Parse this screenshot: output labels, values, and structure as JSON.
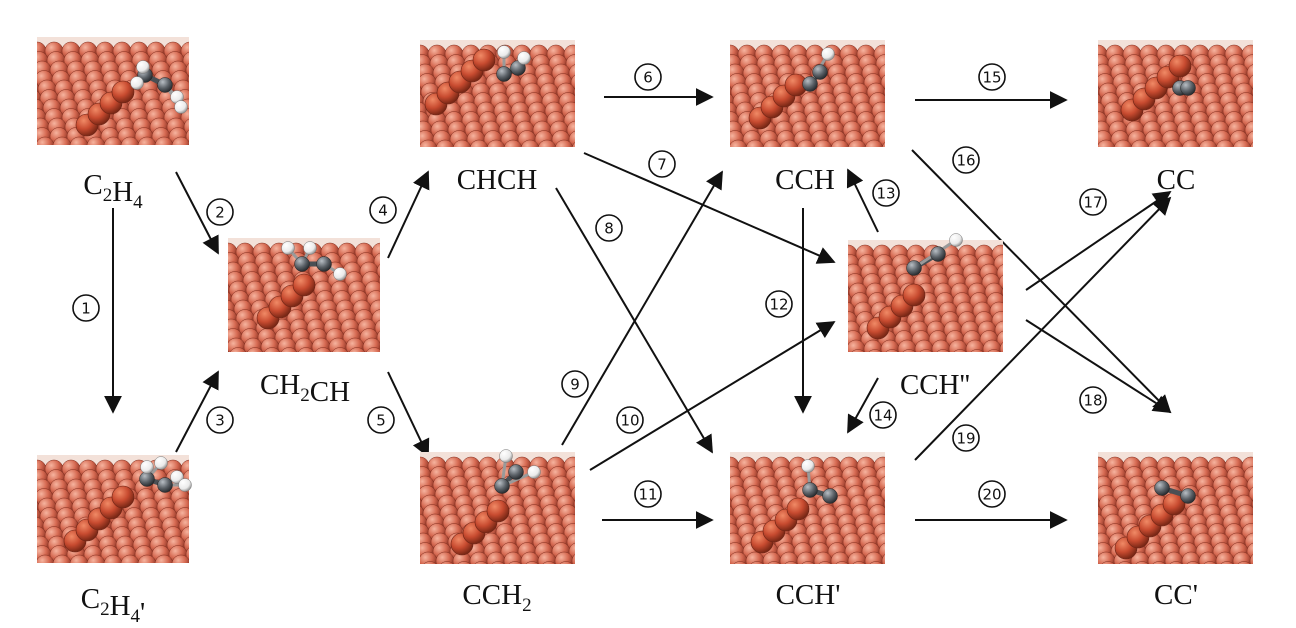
{
  "colors": {
    "surface_atom": "#d66a52",
    "surface_atom_dark": "#9a3a28",
    "surface_highlight": "#f2a08a",
    "adsorbate_atom": "#c84b30",
    "carbon": "#5a6066",
    "hydrogen": "#f4f4f4",
    "arrow": "#111111"
  },
  "species": [
    {
      "id": "c2h4",
      "label": {
        "base": "C",
        "sub1": "2",
        "mid": "H",
        "sub2": "4",
        "suffix": ""
      },
      "carbons": 2,
      "hydrogens": 4
    },
    {
      "id": "c2h4p",
      "label": {
        "base": "C",
        "sub1": "2",
        "mid": "H",
        "sub2": "4",
        "suffix": "'"
      },
      "carbons": 2,
      "hydrogens": 4
    },
    {
      "id": "ch2ch",
      "label": {
        "base": "CH",
        "sub1": "2",
        "mid": "CH",
        "sub2": "",
        "suffix": ""
      },
      "carbons": 2,
      "hydrogens": 3
    },
    {
      "id": "chch",
      "label": {
        "base": "CHCH",
        "sub1": "",
        "mid": "",
        "sub2": "",
        "suffix": ""
      },
      "carbons": 2,
      "hydrogens": 2
    },
    {
      "id": "cch2",
      "label": {
        "base": "CCH",
        "sub1": "2",
        "mid": "",
        "sub2": "",
        "suffix": ""
      },
      "carbons": 2,
      "hydrogens": 2
    },
    {
      "id": "cch",
      "label": {
        "base": "CCH",
        "sub1": "",
        "mid": "",
        "sub2": "",
        "suffix": ""
      },
      "carbons": 2,
      "hydrogens": 1
    },
    {
      "id": "cchpp",
      "label": {
        "base": "CCH''",
        "sub1": "",
        "mid": "",
        "sub2": "",
        "suffix": ""
      },
      "carbons": 2,
      "hydrogens": 1
    },
    {
      "id": "cchp",
      "label": {
        "base": "CCH'",
        "sub1": "",
        "mid": "",
        "sub2": "",
        "suffix": ""
      },
      "carbons": 2,
      "hydrogens": 1
    },
    {
      "id": "cc",
      "label": {
        "base": "CC",
        "sub1": "",
        "mid": "",
        "sub2": "",
        "suffix": ""
      },
      "carbons": 2,
      "hydrogens": 0
    },
    {
      "id": "ccp",
      "label": {
        "base": "CC'",
        "sub1": "",
        "mid": "",
        "sub2": "",
        "suffix": ""
      },
      "carbons": 2,
      "hydrogens": 0
    }
  ],
  "steps": [
    {
      "id": 1,
      "symbol": "①",
      "from": "c2h4",
      "to": "c2h4p"
    },
    {
      "id": 2,
      "symbol": "②",
      "from": "c2h4",
      "to": "ch2ch"
    },
    {
      "id": 3,
      "symbol": "③",
      "from": "c2h4p",
      "to": "ch2ch"
    },
    {
      "id": 4,
      "symbol": "④",
      "from": "ch2ch",
      "to": "chch"
    },
    {
      "id": 5,
      "symbol": "⑤",
      "from": "ch2ch",
      "to": "cch2"
    },
    {
      "id": 6,
      "symbol": "⑥",
      "from": "chch",
      "to": "cch"
    },
    {
      "id": 7,
      "symbol": "⑦",
      "from": "chch",
      "to": "cchpp"
    },
    {
      "id": 8,
      "symbol": "⑧",
      "from": "chch",
      "to": "cchp"
    },
    {
      "id": 9,
      "symbol": "⑨",
      "from": "cch2",
      "to": "cch"
    },
    {
      "id": 10,
      "symbol": "⑩",
      "from": "cch2",
      "to": "cchpp"
    },
    {
      "id": 11,
      "symbol": "⑪",
      "from": "cch2",
      "to": "cchp"
    },
    {
      "id": 12,
      "symbol": "⑫",
      "from": "cch",
      "to": "cchp"
    },
    {
      "id": 13,
      "symbol": "⑬",
      "from": "cchpp",
      "to": "cch"
    },
    {
      "id": 14,
      "symbol": "⑭",
      "from": "cchpp",
      "to": "cchp"
    },
    {
      "id": 15,
      "symbol": "⑮",
      "from": "cch",
      "to": "cc"
    },
    {
      "id": 16,
      "symbol": "⑯",
      "from": "cch",
      "to": "ccp"
    },
    {
      "id": 17,
      "symbol": "⑰",
      "from": "cchpp",
      "to": "cc"
    },
    {
      "id": 18,
      "symbol": "⑱",
      "from": "cchpp",
      "to": "ccp"
    },
    {
      "id": 19,
      "symbol": "⑲",
      "from": "cchp",
      "to": "cc"
    },
    {
      "id": 20,
      "symbol": "⑳",
      "from": "cchp",
      "to": "ccp"
    }
  ]
}
